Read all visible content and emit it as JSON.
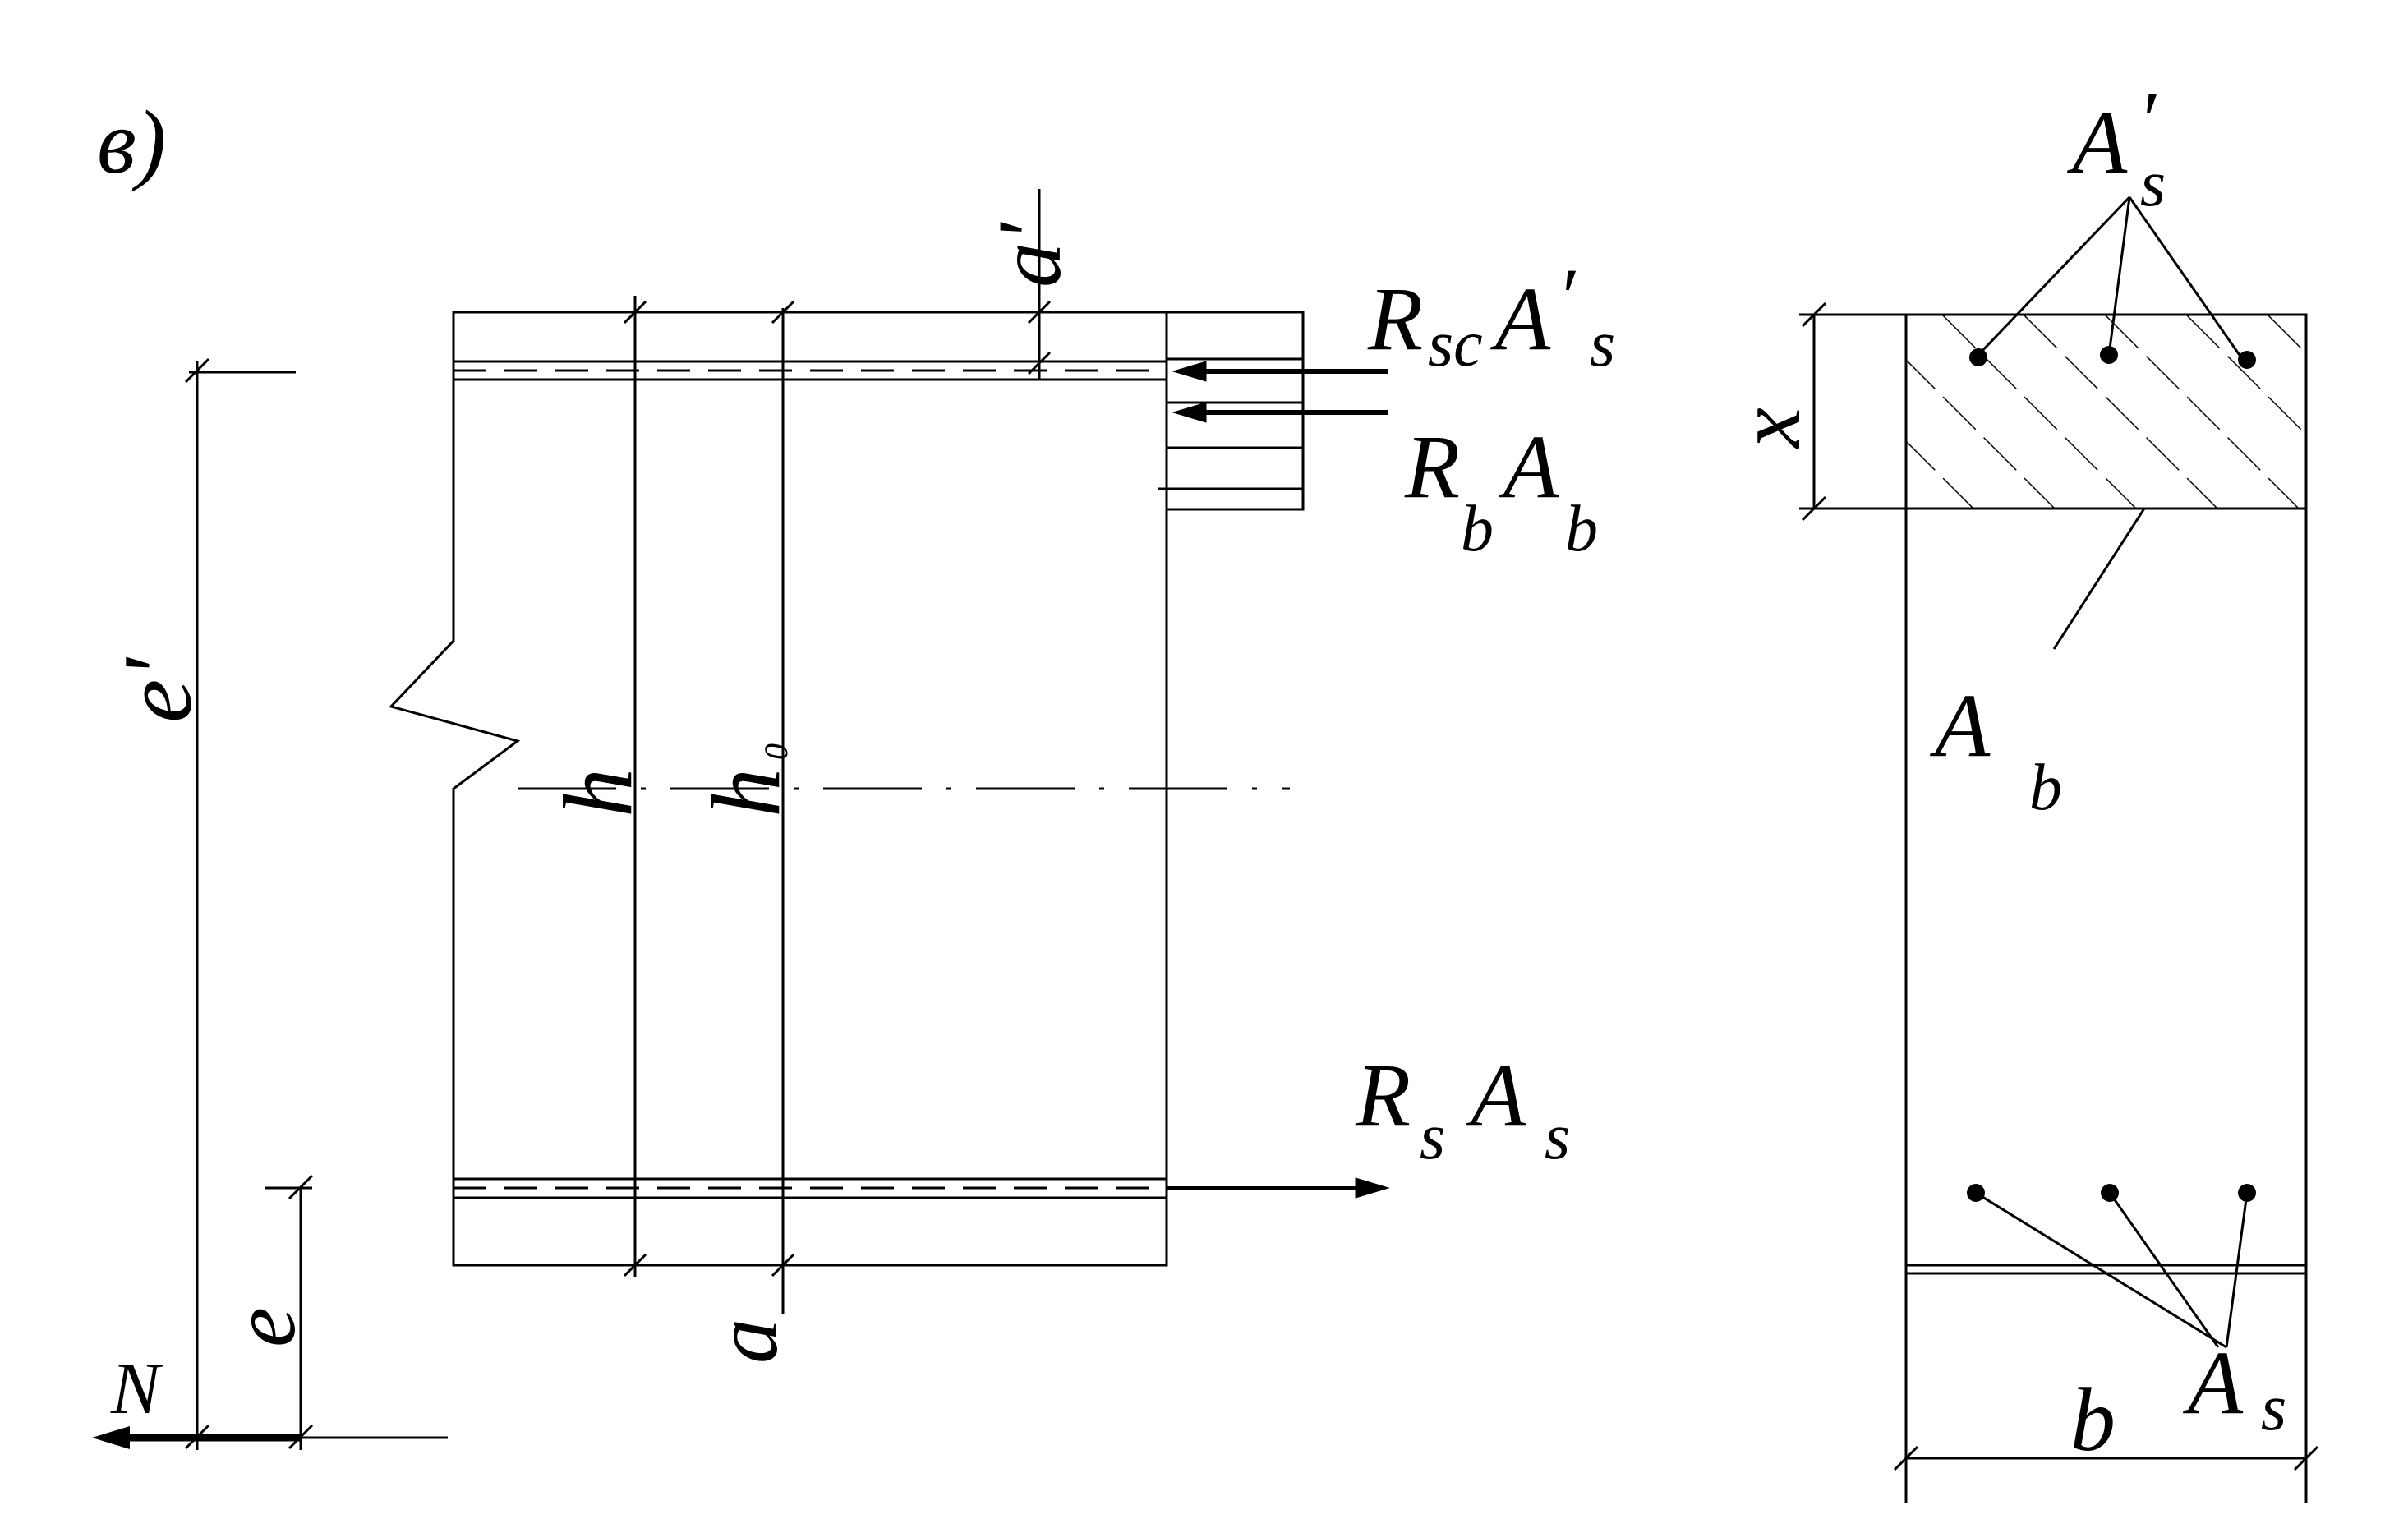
{
  "figure_label": "в)",
  "labels": {
    "a_prime": "a'",
    "e_prime": "e'",
    "e": "e",
    "N": "N",
    "h": "h",
    "h0_main": "h",
    "h0_sub": "0",
    "a": "a",
    "x": "x",
    "b": "b"
  },
  "forces": {
    "Rsc_main": "R",
    "Rsc_sub": "sc",
    "Rsc_A": "A",
    "Rsc_prime": "′",
    "Rsc_s": "s",
    "Rb_main": "R",
    "Rb_sub": "b",
    "Rb_A": "A",
    "Rb_A_sub": "b",
    "Rs_main": "R",
    "Rs_sub": "s",
    "Rs_A": "A",
    "Rs_A_sub": "s"
  },
  "section_labels": {
    "As_prime_main": "A",
    "As_prime_mark": "′",
    "As_prime_sub": "s",
    "Ab_main": "A",
    "Ab_sub": "b",
    "As_main": "A",
    "As_sub": "s"
  }
}
